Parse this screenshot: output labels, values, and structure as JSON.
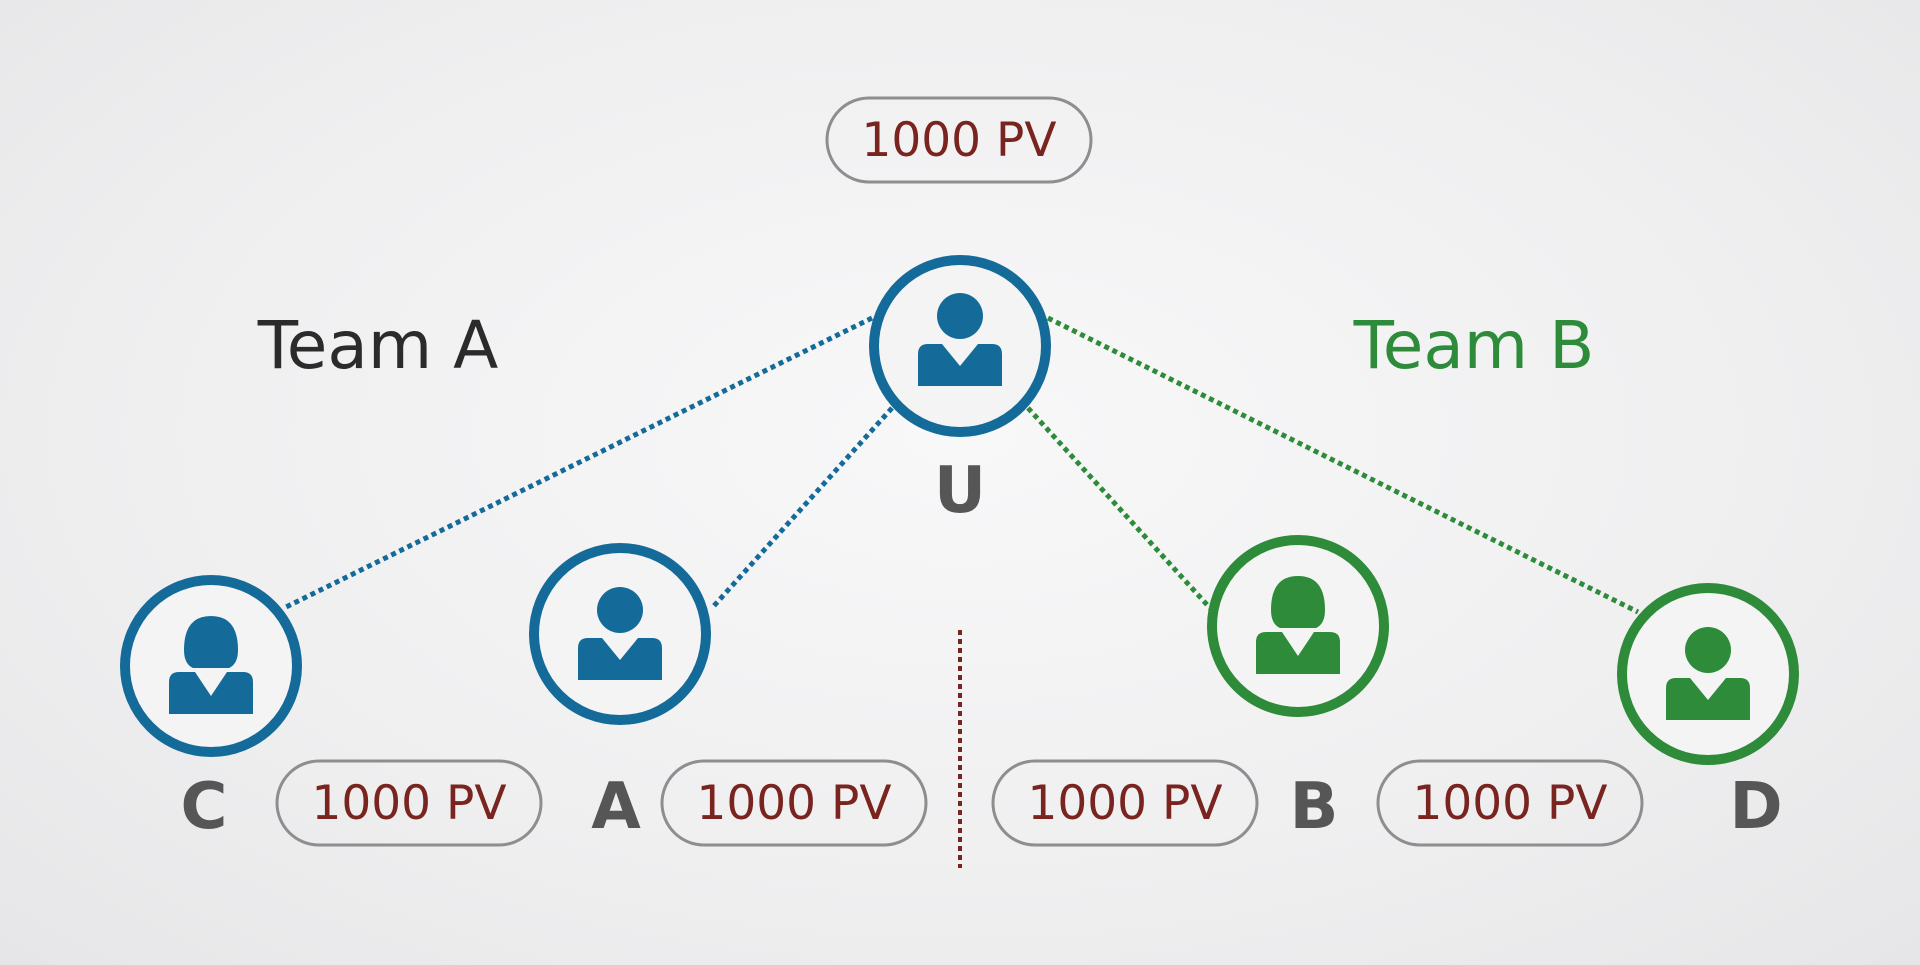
{
  "colors": {
    "team_a": "#146b99",
    "team_b": "#2e8b3a",
    "pv_text": "#7a2420",
    "letter": "#565656",
    "pill_border": "#8e8e8e",
    "divider": "#7a2420"
  },
  "teams": {
    "a": {
      "label": "Team A"
    },
    "b": {
      "label": "Team B"
    }
  },
  "nodes": {
    "u": {
      "letter": "U",
      "pv": "1000 PV",
      "icon": "male-user-icon",
      "team": "a"
    },
    "c": {
      "letter": "C",
      "pv": "1000 PV",
      "icon": "female-user-icon",
      "team": "a"
    },
    "a": {
      "letter": "A",
      "pv": "1000 PV",
      "icon": "male-user-icon",
      "team": "a"
    },
    "b": {
      "letter": "B",
      "pv": "1000 PV",
      "icon": "female-user-icon",
      "team": "b"
    },
    "d": {
      "letter": "D",
      "pv": "1000 PV",
      "icon": "male-user-icon",
      "team": "b"
    }
  },
  "connections": [
    {
      "from": "u",
      "to": "c",
      "team": "a"
    },
    {
      "from": "u",
      "to": "a",
      "team": "a"
    },
    {
      "from": "u",
      "to": "b",
      "team": "b"
    },
    {
      "from": "u",
      "to": "d",
      "team": "b"
    }
  ]
}
